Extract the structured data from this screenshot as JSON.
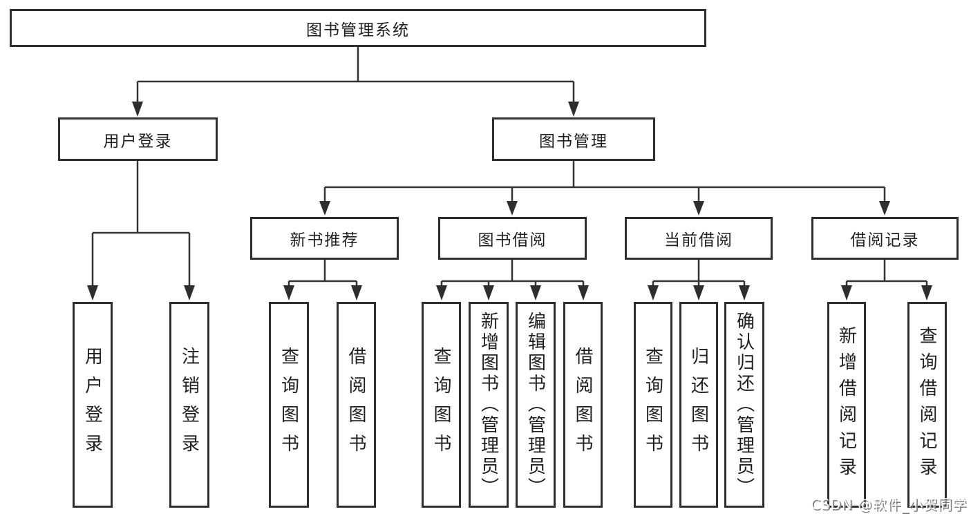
{
  "root": {
    "label": "图书管理系统"
  },
  "level1": [
    {
      "label": "用户登录"
    },
    {
      "label": "图书管理"
    }
  ],
  "level2": [
    {
      "label": "新书推荐"
    },
    {
      "label": "图书借阅"
    },
    {
      "label": "当前借阅"
    },
    {
      "label": "借阅记录"
    }
  ],
  "leaves": [
    {
      "label": "用户登录"
    },
    {
      "label": "注销登录"
    },
    {
      "label": "查询图书"
    },
    {
      "label": "借阅图书"
    },
    {
      "label": "查询图书"
    },
    {
      "label": "新增图书（管理员）"
    },
    {
      "label": "编辑图书（管理员）"
    },
    {
      "label": "借阅图书"
    },
    {
      "label": "查询图书"
    },
    {
      "label": "归还图书"
    },
    {
      "label": "确认归还（管理员）"
    },
    {
      "label": "新增借阅记录"
    },
    {
      "label": "查询借阅记录"
    }
  ],
  "watermark": {
    "text": "CSDN @软件_小贺同学"
  },
  "colors": {
    "line": "#333333",
    "border": "#2e2e2e",
    "text": "#1f1f1f",
    "background": "#ffffff"
  }
}
